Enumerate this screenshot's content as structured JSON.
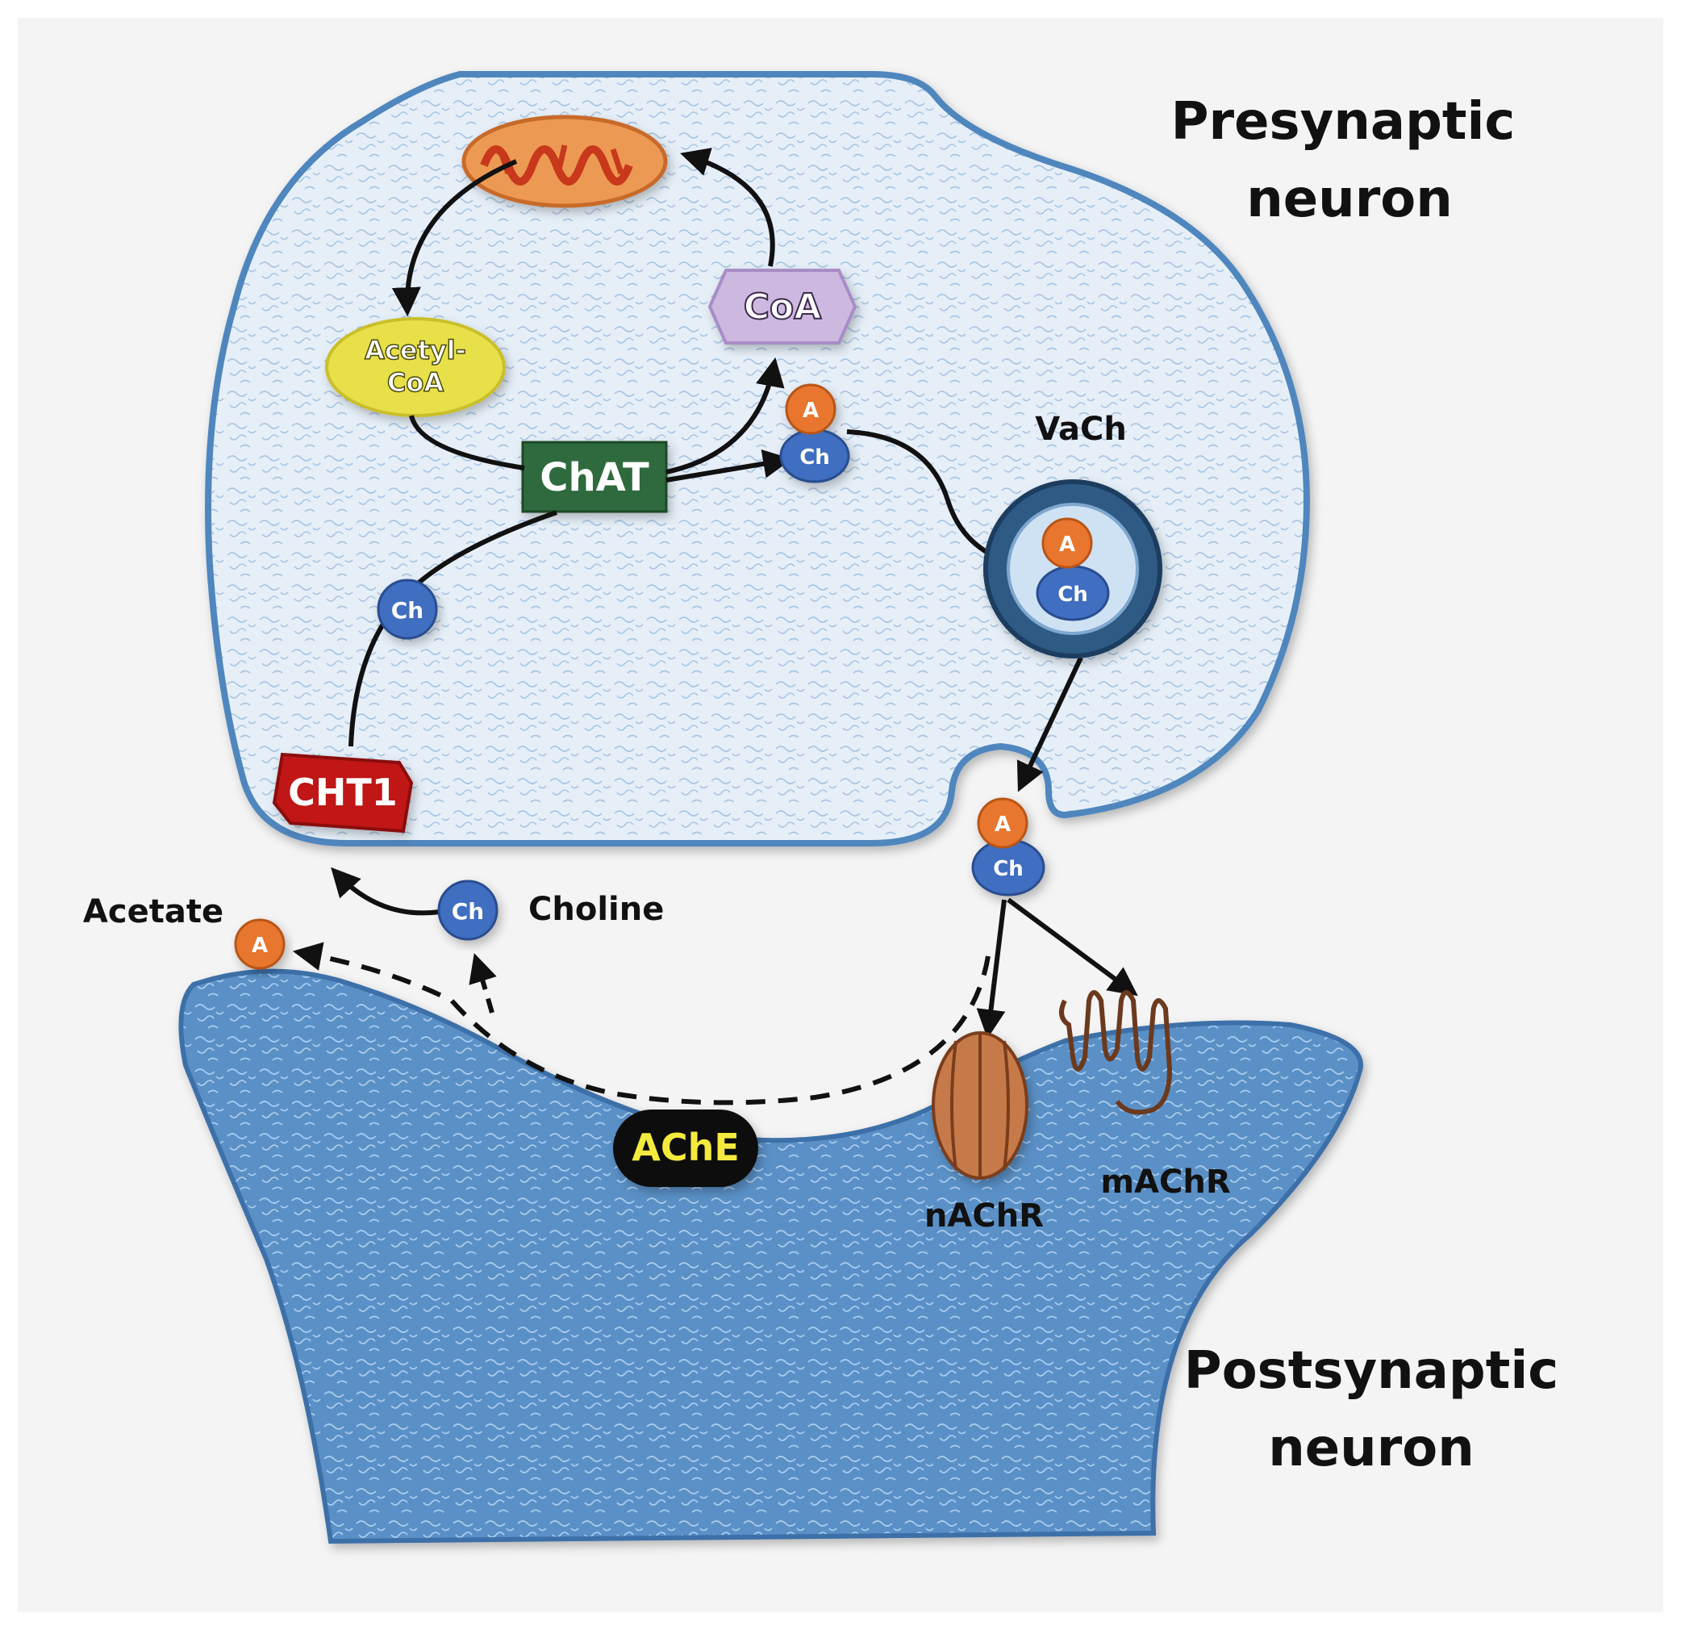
{
  "title_presynaptic": [
    "Presynaptic",
    "neuron"
  ],
  "title_postsynaptic": [
    "Postsynaptic",
    "neuron"
  ],
  "labels": {
    "vach": "VaCh",
    "acetate": "Acetate",
    "choline": "Choline",
    "nachr": "nAChR",
    "machr": "mAChR"
  },
  "boxes": {
    "coa": "CoA",
    "acetyl_coa": [
      "Acetyl-",
      "CoA"
    ],
    "chat": "ChAT",
    "cht1": "CHT1",
    "ache": "AChE"
  },
  "molecules": {
    "acetyl": "A",
    "choline": "Ch"
  },
  "colors": {
    "presynaptic_fill": "#e4eef8",
    "presynaptic_edge": "#4f86bd",
    "postsynaptic_fill": "#5d93c8",
    "postsynaptic_edge": "#3d6fa8",
    "acetyl_orange": "#e8762d",
    "choline_blue": "#3f6ec1",
    "coa_purple": "#cdb8e0",
    "acetyl_coa_yellow": "#e8e04a",
    "chat_green": "#2f6b3d",
    "cht1_red": "#c01818",
    "ache_black": "#111111",
    "ache_text": "#f4ea3c",
    "receptor_brown": "#b8663a"
  }
}
